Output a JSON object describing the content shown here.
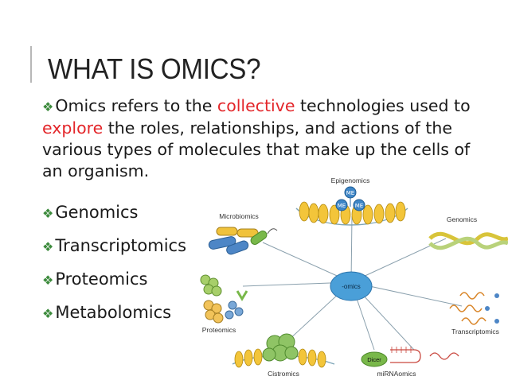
{
  "slide": {
    "title": "WHAT IS OMICS?",
    "paragraph": {
      "part1": "Omics refers to the ",
      "hl1": "collective",
      "part2": " technologies used to ",
      "hl2": "explore",
      "part3": " the roles, relationships, and actions of the various types of molecules that make up the cells of an organism."
    },
    "bullets": [
      "Genomics",
      "Transcriptomics",
      "Proteomics",
      "Metabolomics"
    ],
    "bullet_glyph": "❖",
    "colors": {
      "highlight": "#e3262a",
      "bullet": "#3d8b3d"
    }
  },
  "figure": {
    "center_label": "-omics",
    "labels": {
      "epigenomics": "Epigenomics",
      "genomics": "Genomics",
      "microbiomics": "Microbiomics",
      "transcriptomics": "Transcriptomics",
      "proteomics": "Proteomics",
      "cistromics": "Cistromics",
      "mirnaomics": "miRNAomics",
      "dicer": "Dicer",
      "me": "ME"
    }
  }
}
